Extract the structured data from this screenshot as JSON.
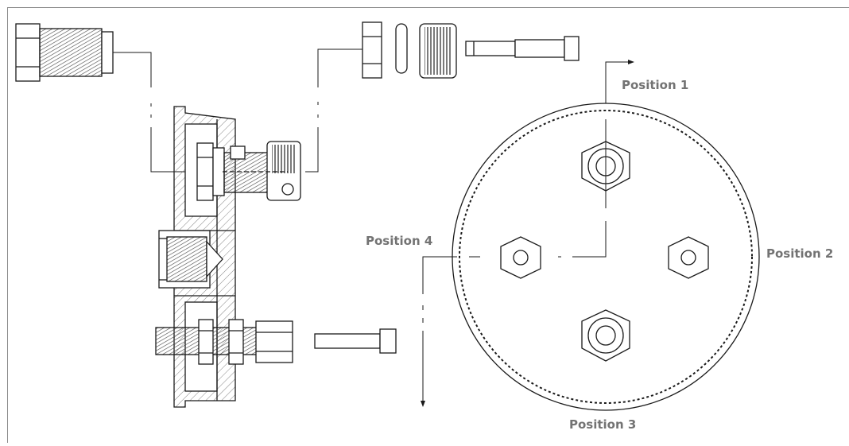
{
  "labels": {
    "position_1": "Position 1",
    "position_2": "Position 2",
    "position_3": "Position 3",
    "position_4": "Position 4"
  },
  "colors": {
    "line": "#1a1a1a",
    "hatch": "#555555",
    "label": "#737373",
    "frame": "#8c8c8c"
  }
}
